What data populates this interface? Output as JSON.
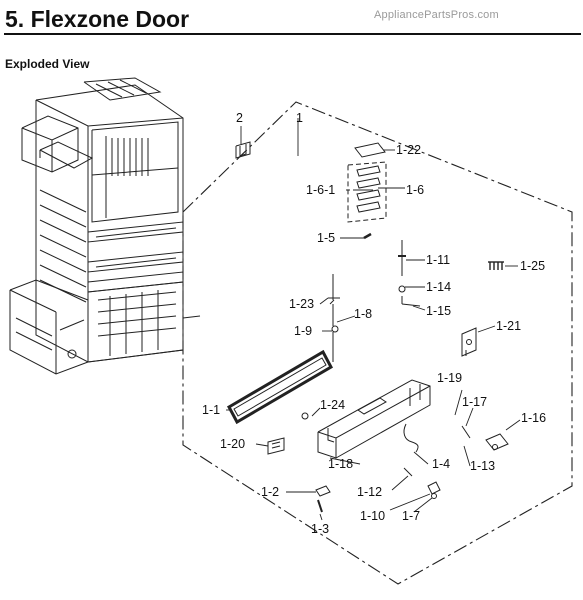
{
  "header": {
    "title": "5.  Flexzone Door",
    "watermark": "AppliancePartsPros.com",
    "section": "Exploded View"
  },
  "parts": [
    {
      "id": "p1",
      "label": "1"
    },
    {
      "id": "p2",
      "label": "2"
    },
    {
      "id": "p1-22",
      "label": "1-22"
    },
    {
      "id": "p1-6-1",
      "label": "1-6-1"
    },
    {
      "id": "p1-6",
      "label": "1-6"
    },
    {
      "id": "p1-5",
      "label": "1-5"
    },
    {
      "id": "p1-11",
      "label": "1-11"
    },
    {
      "id": "p1-25",
      "label": "1-25"
    },
    {
      "id": "p1-14",
      "label": "1-14"
    },
    {
      "id": "p1-23",
      "label": "1-23"
    },
    {
      "id": "p1-8",
      "label": "1-8"
    },
    {
      "id": "p1-15",
      "label": "1-15"
    },
    {
      "id": "p1-9",
      "label": "1-9"
    },
    {
      "id": "p1-21",
      "label": "1-21"
    },
    {
      "id": "p1-19",
      "label": "1-19"
    },
    {
      "id": "p1-17",
      "label": "1-17"
    },
    {
      "id": "p1-1",
      "label": "1-1"
    },
    {
      "id": "p1-24",
      "label": "1-24"
    },
    {
      "id": "p1-16",
      "label": "1-16"
    },
    {
      "id": "p1-20",
      "label": "1-20"
    },
    {
      "id": "p1-18",
      "label": "1-18"
    },
    {
      "id": "p1-4",
      "label": "1-4"
    },
    {
      "id": "p1-13",
      "label": "1-13"
    },
    {
      "id": "p1-2",
      "label": "1-2"
    },
    {
      "id": "p1-12",
      "label": "1-12"
    },
    {
      "id": "p1-10",
      "label": "1-10"
    },
    {
      "id": "p1-7",
      "label": "1-7"
    },
    {
      "id": "p1-3",
      "label": "1-3"
    }
  ]
}
